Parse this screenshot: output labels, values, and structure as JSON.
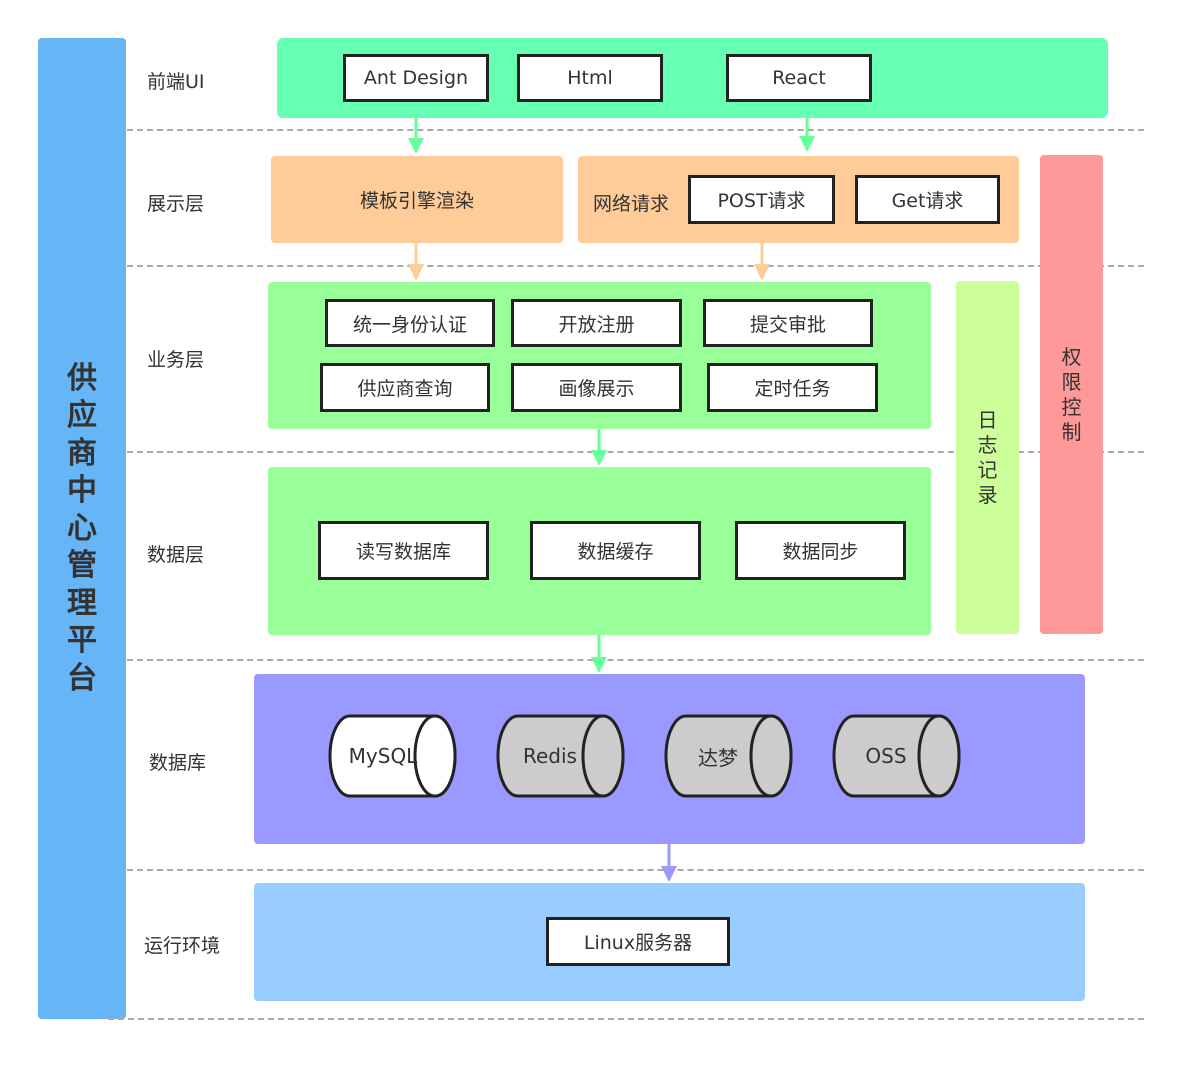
{
  "platform_title": [
    "供",
    "应",
    "商",
    "中",
    "心",
    "管",
    "理",
    "平",
    "台"
  ],
  "layers": {
    "frontend": "前端UI",
    "presentation": "展示层",
    "business": "业务层",
    "data": "数据层",
    "database": "数据库",
    "runtime": "运行环境"
  },
  "frontend_items": [
    "Ant Design",
    "Html",
    "React"
  ],
  "presentation": {
    "template": "模板引擎渲染",
    "network": "网络请求",
    "post": "POST请求",
    "get": "Get请求"
  },
  "business_items": [
    "统一身份认证",
    "开放注册",
    "提交审批",
    "供应商查询",
    "画像展示",
    "定时任务"
  ],
  "data_items": [
    "读写数据库",
    "数据缓存",
    "数据同步"
  ],
  "databases": [
    "MySQL",
    "Redis",
    "达梦",
    "OSS"
  ],
  "runtime_item": "Linux服务器",
  "side_panels": {
    "logging": [
      "日",
      "志",
      "记",
      "录"
    ],
    "permission": [
      "权",
      "限",
      "控",
      "制"
    ]
  },
  "colors": {
    "sidebar": "#66b5f7",
    "frontend": "#66ffb3",
    "presentation": "#ffcc99",
    "business": "#99ff99",
    "data": "#99ff99",
    "database": "#9999ff",
    "runtime": "#99ccff",
    "logging": "#ccff99",
    "permission": "#ff9999",
    "arrow_green": "#66ff99",
    "arrow_orange": "#ffcc99",
    "arrow_purple": "#9999ff",
    "cylinder_white": "#ffffff",
    "cylinder_grey": "#cccccc"
  }
}
